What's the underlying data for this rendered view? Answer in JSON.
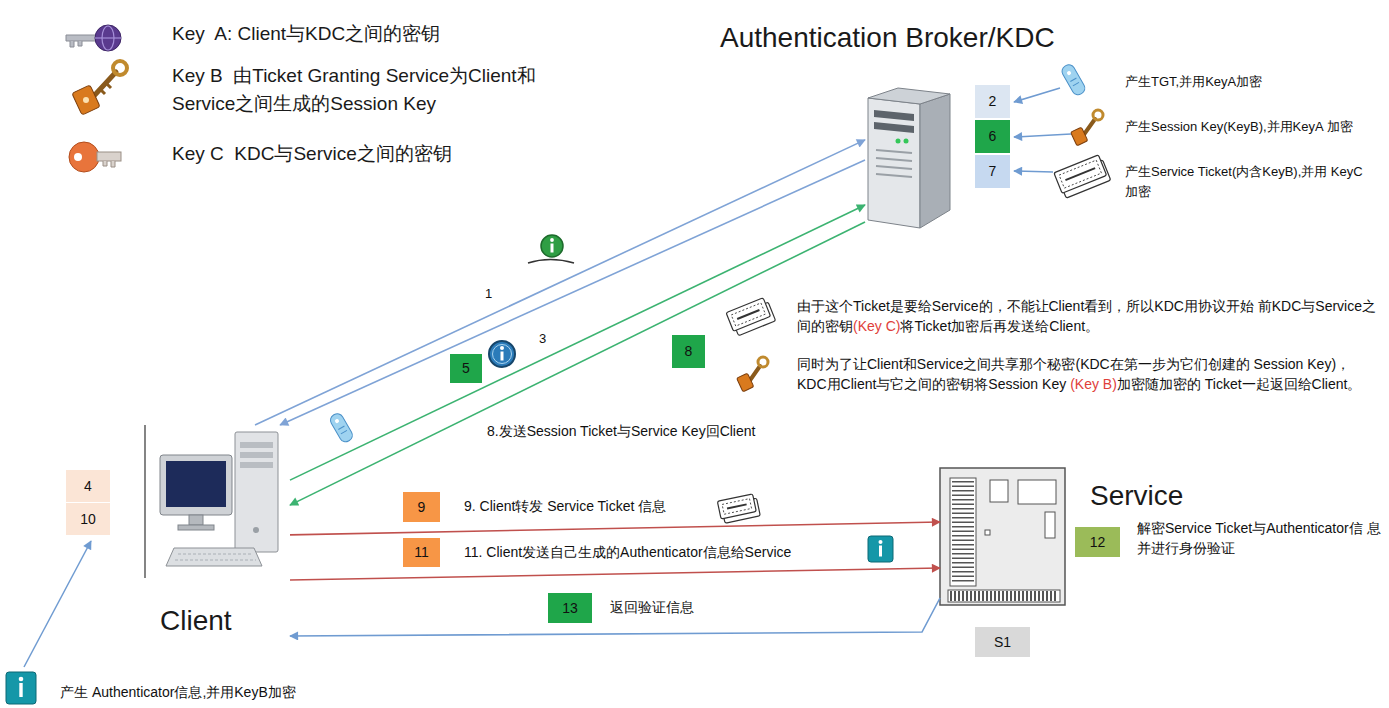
{
  "diagram": {
    "nodes": [
      {
        "text": [
          "Authentication Broker/KDC"
        ]
      },
      {
        "text": [
          "2"
        ]
      },
      {
        "text": [
          "6"
        ]
      },
      {
        "text": [
          "7"
        ]
      },
      {
        "text": [
          "5"
        ]
      },
      {
        "text": [
          "8"
        ]
      },
      {
        "text": [
          "Client"
        ]
      },
      {
        "text": [
          "4"
        ]
      },
      {
        "text": [
          "10"
        ]
      },
      {
        "text": [
          "9"
        ]
      },
      {
        "text": [
          "11"
        ]
      },
      {
        "text": [
          "Service"
        ]
      },
      {
        "text": [
          "12"
        ]
      },
      {
        "text": [
          "13"
        ]
      },
      {
        "text": [
          "S1"
        ]
      }
    ],
    "edges": [
      {
        "from": 6,
        "to": 0,
        "arrow": "to",
        "label": "1"
      },
      {
        "from": 0,
        "to": 6,
        "arrow": "to",
        "label": "3"
      },
      {
        "from": 6,
        "to": 0,
        "arrow": "to"
      },
      {
        "from": 0,
        "to": 6,
        "arrow": "to",
        "label": "8.发送Session Ticket与Service Key回Client"
      },
      {
        "from": 6,
        "to": 11,
        "arrow": "to",
        "label": "9. Client转发 Service Ticket 信息"
      },
      {
        "from": 6,
        "to": 11,
        "arrow": "to",
        "label": "11. Client发送自己生成的Authenticator信息给Service"
      },
      {
        "from": 11,
        "to": 6,
        "arrow": "to",
        "label": "返回验证信息"
      }
    ],
    "labels": [
      "产生TGT,并用KeyA加密",
      "产生Session Key(KeyB),并用KeyA 加密",
      "产生Service Ticket(内含KeyB),并用 KeyC 加密",
      "由于这个Ticket是要给Service的，不能让Client看到，所以KDC用协议开始 前KDC与Service之间的密钥",
      "(Key C)",
      "将Ticket加密后再发送给Client。",
      "同时为了让Client和Service之间共享那个秘密(KDC在第一步为它们创建的 Session Key)， KDC用Client与它之间的密钥将Session Key",
      "(Key B)",
      "加密随加密的 Ticket一起返回给Client。",
      "解密Service Ticket与Authenticator信 息并进行身份验证",
      "产生 Authenticator信息,并用KeyB加密"
    ],
    "legend": [
      {
        "text": "Key  A: Client与KDC之间的密钥"
      },
      {
        "text": "Key B  由Ticket Granting Service为Client和 Service之间生成的Session Key"
      },
      {
        "text": "Key C  KDC与Service之间的密钥"
      }
    ]
  }
}
